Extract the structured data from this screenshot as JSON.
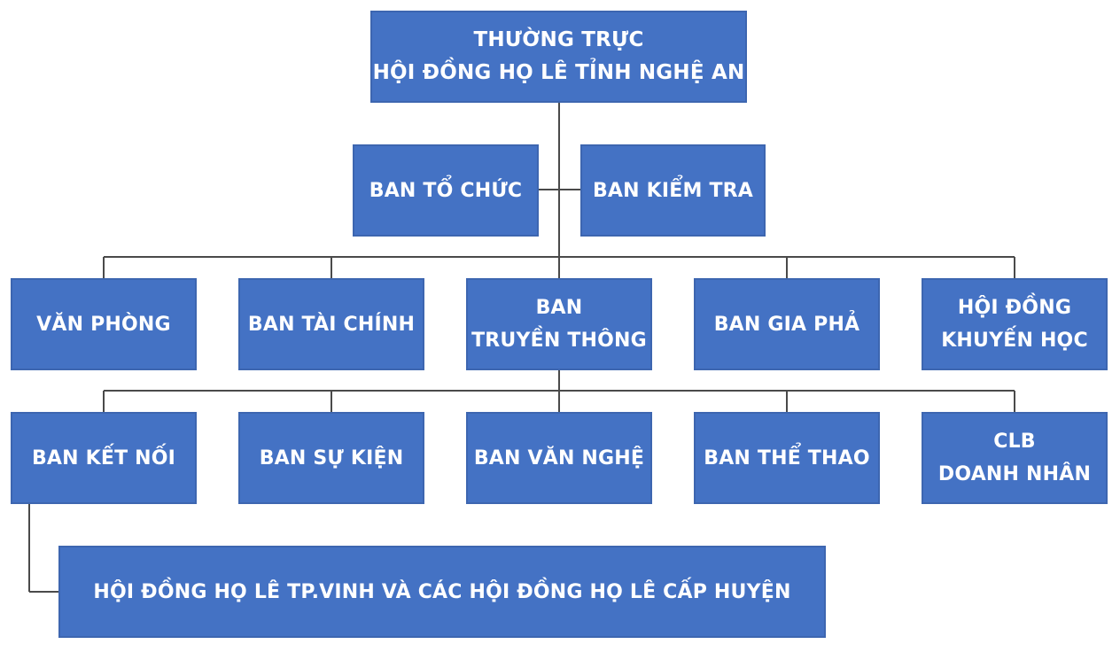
{
  "diagram": {
    "top": [
      "THƯỜNG TRỰC",
      "HỘI ĐỒNG HỌ LÊ TỈNH NGHỆ AN"
    ],
    "side_left": [
      "BAN TỔ CHỨC"
    ],
    "side_right": [
      "BAN KIỂM TRA"
    ],
    "row1": [
      [
        "VĂN PHÒNG"
      ],
      [
        "BAN TÀI CHÍNH"
      ],
      [
        "BAN",
        "TRUYỀN THÔNG"
      ],
      [
        "BAN GIA PHẢ"
      ],
      [
        "HỘI ĐỒNG",
        "KHUYẾN HỌC"
      ]
    ],
    "row2": [
      [
        "BAN KẾT NỐI"
      ],
      [
        "BAN SỰ KIỆN"
      ],
      [
        "BAN VĂN NGHỆ"
      ],
      [
        "BAN THỂ THAO"
      ],
      [
        "CLB",
        "DOANH NHÂN"
      ]
    ],
    "bottom": [
      "HỘI ĐỒNG HỌ LÊ TP.VINH VÀ CÁC HỘI ĐỒNG HỌ LÊ CẤP HUYỆN"
    ]
  },
  "colors": {
    "box_fill": "#4472c4",
    "box_text": "#ffffff",
    "connector": "#4a4a4a"
  }
}
